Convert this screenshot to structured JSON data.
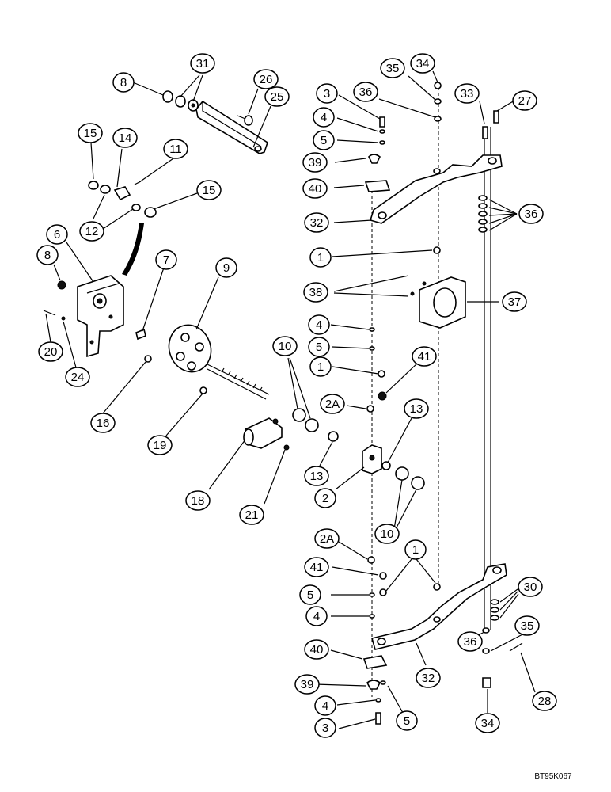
{
  "drawing_code": "BT95K067",
  "callouts": [
    {
      "label": "31"
    },
    {
      "label": "8"
    },
    {
      "label": "26"
    },
    {
      "label": "25"
    },
    {
      "label": "15"
    },
    {
      "label": "14"
    },
    {
      "label": "11"
    },
    {
      "label": "15"
    },
    {
      "label": "12"
    },
    {
      "label": "6"
    },
    {
      "label": "7"
    },
    {
      "label": "9"
    },
    {
      "label": "8"
    },
    {
      "label": "20"
    },
    {
      "label": "24"
    },
    {
      "label": "16"
    },
    {
      "label": "19"
    },
    {
      "label": "10"
    },
    {
      "label": "18"
    },
    {
      "label": "13"
    },
    {
      "label": "21"
    },
    {
      "label": "34"
    },
    {
      "label": "35"
    },
    {
      "label": "36"
    },
    {
      "label": "33"
    },
    {
      "label": "27"
    },
    {
      "label": "3"
    },
    {
      "label": "4"
    },
    {
      "label": "5"
    },
    {
      "label": "39"
    },
    {
      "label": "40"
    },
    {
      "label": "32"
    },
    {
      "label": "36"
    },
    {
      "label": "1"
    },
    {
      "label": "38"
    },
    {
      "label": "37"
    },
    {
      "label": "4"
    },
    {
      "label": "5"
    },
    {
      "label": "1"
    },
    {
      "label": "41"
    },
    {
      "label": "2A"
    },
    {
      "label": "13"
    },
    {
      "label": "2"
    },
    {
      "label": "10"
    },
    {
      "label": "2A"
    },
    {
      "label": "1"
    },
    {
      "label": "41"
    },
    {
      "label": "5"
    },
    {
      "label": "4"
    },
    {
      "label": "30"
    },
    {
      "label": "40"
    },
    {
      "label": "32"
    },
    {
      "label": "36"
    },
    {
      "label": "35"
    },
    {
      "label": "39"
    },
    {
      "label": "28"
    },
    {
      "label": "4"
    },
    {
      "label": "5"
    },
    {
      "label": "3"
    },
    {
      "label": "34"
    }
  ]
}
